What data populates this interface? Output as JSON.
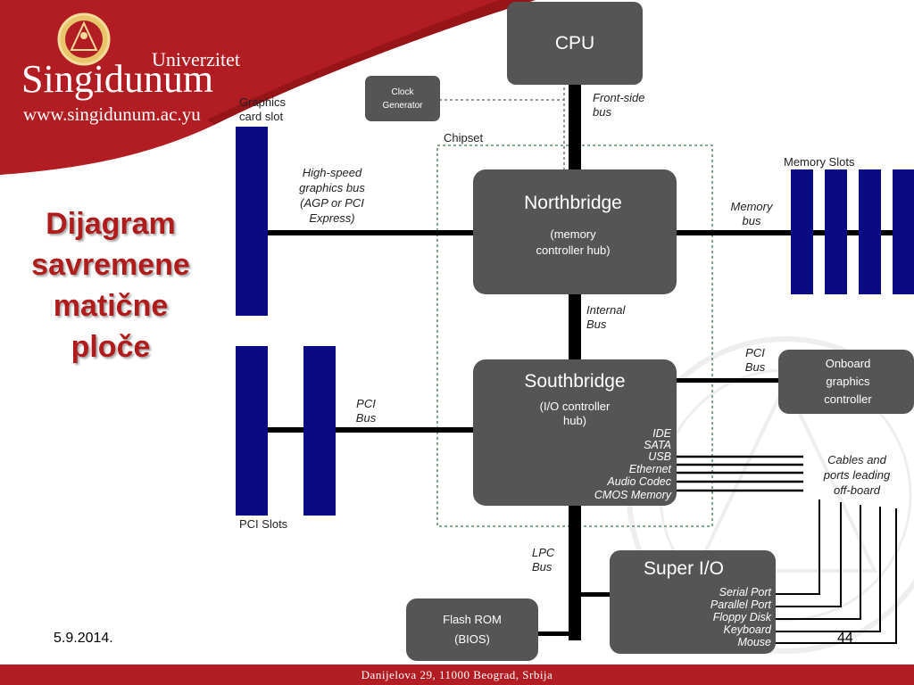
{
  "logo": {
    "university": "Univerzitet",
    "name": "Singidunum",
    "url": "www.singidunum.ac.yu"
  },
  "slide_title": [
    "Dijagram",
    "savremene",
    "matične",
    "ploče"
  ],
  "diagram": {
    "cpu": "CPU",
    "clock_generator": [
      "Clock",
      "Generator"
    ],
    "front_side_bus": [
      "Front-side",
      "bus"
    ],
    "chipset": "Chipset",
    "graphics_card_slot": [
      "Graphics",
      "card slot"
    ],
    "high_speed_bus": [
      "High-speed",
      "graphics bus",
      "(AGP or PCI",
      "Express)"
    ],
    "northbridge": {
      "title": "Northbridge",
      "sub": [
        "(memory",
        "controller hub)"
      ]
    },
    "memory_slots": "Memory Slots",
    "memory_bus": [
      "Memory",
      "bus"
    ],
    "internal_bus": [
      "Internal",
      "Bus"
    ],
    "southbridge": {
      "title": "Southbridge",
      "sub": [
        "(I/O controller",
        "hub)"
      ],
      "ports": [
        "IDE",
        "SATA",
        "USB",
        "Ethernet",
        "Audio Codec",
        "CMOS Memory"
      ]
    },
    "pci_bus_left": [
      "PCI",
      "Bus"
    ],
    "pci_bus_right": [
      "PCI",
      "Bus"
    ],
    "pci_slots": "PCI Slots",
    "onboard_graphics": [
      "Onboard",
      "graphics",
      "controller"
    ],
    "cables": [
      "Cables and",
      "ports leading",
      "off-board"
    ],
    "lpc_bus": [
      "LPC",
      "Bus"
    ],
    "super_io": {
      "title": "Super I/O",
      "ports": [
        "Serial Port",
        "Parallel Port",
        "Floppy Disk",
        "Keyboard",
        "Mouse"
      ]
    },
    "flash_rom": [
      "Flash ROM",
      "(BIOS)"
    ]
  },
  "footer": {
    "date": "5.9.2014.",
    "page": "44",
    "address": "Danijelova 29, 11000 Beograd, Srbija"
  },
  "colors": {
    "brand_red": "#b11d22",
    "box_gray": "#555555",
    "slot_blue": "#0a0a82",
    "title_red": "#b01c1c"
  }
}
